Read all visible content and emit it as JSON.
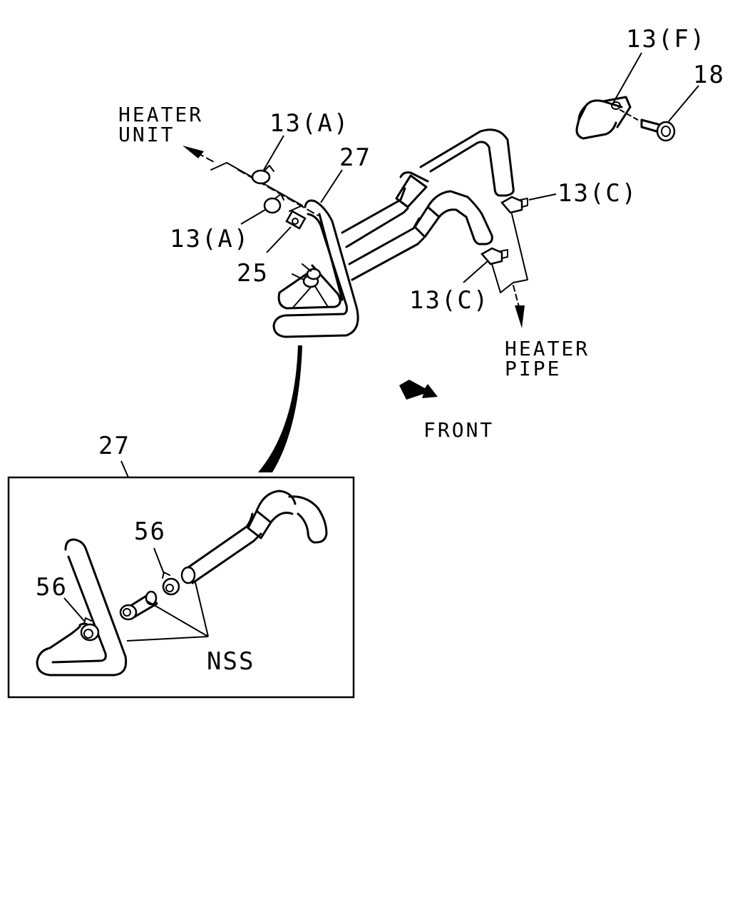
{
  "labels": {
    "heater_unit_1": "HEATER",
    "heater_unit_2": "UNIT",
    "clamp_13a_top": "13(A)",
    "clamp_13a_left": "13(A)",
    "hose_27_main": "27",
    "joint_25": "25",
    "clip_13f": "13(F)",
    "bolt_18": "18",
    "clamp_13c_upper": "13(C)",
    "clamp_13c_lower": "13(C)",
    "heater_pipe_1": "HEATER",
    "heater_pipe_2": "PIPE",
    "front": "FRONT",
    "hose_27_detail": "27",
    "clamp_56_upper": "56",
    "clamp_56_left": "56",
    "nss": "NSS"
  },
  "colors": {
    "line": "#000000",
    "background": "#ffffff"
  }
}
